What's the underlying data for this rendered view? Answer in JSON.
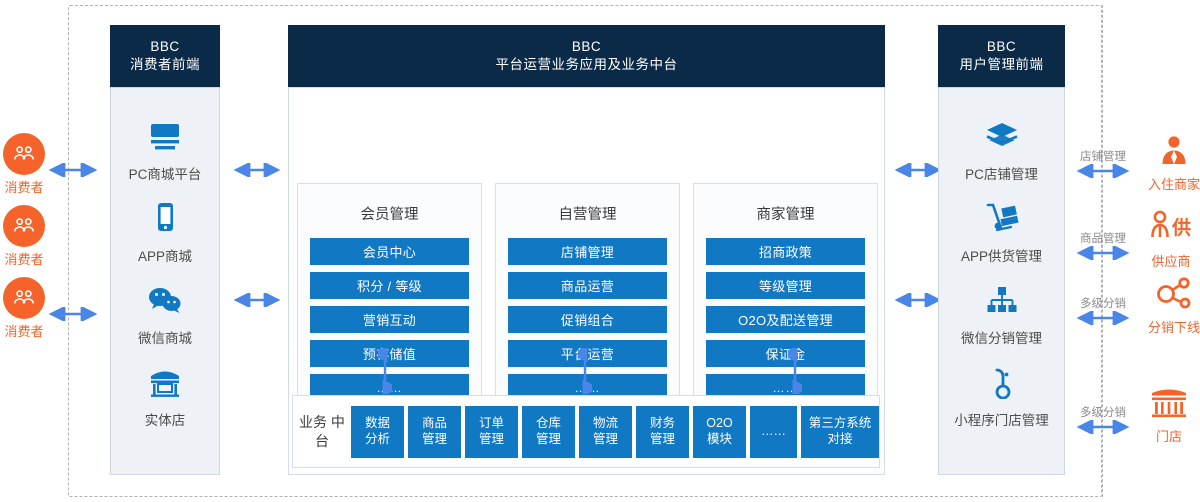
{
  "left_column": {
    "header": {
      "title": "BBC",
      "subtitle": "消费者前端"
    },
    "items": [
      {
        "label": "PC商城平台",
        "icon": "monitor-icon"
      },
      {
        "label": "APP商城",
        "icon": "mobile-phone-icon"
      },
      {
        "label": "微信商城",
        "icon": "wechat-icon"
      },
      {
        "label": "实体店",
        "icon": "storefront-icon"
      }
    ]
  },
  "center_column": {
    "header": {
      "title": "BBC",
      "subtitle": "平台运营业务应用及业务中台"
    },
    "panels": [
      {
        "title": "会员管理",
        "items": [
          "会员中心",
          "积分 / 等级",
          "营销互动",
          "预存储值",
          "……"
        ]
      },
      {
        "title": "自营管理",
        "items": [
          "店铺管理",
          "商品运营",
          "促销组合",
          "平台运营",
          "……"
        ]
      },
      {
        "title": "商家管理",
        "items": [
          "招商政策",
          "等级管理",
          "O2O及配送管理",
          "保证金",
          "……"
        ]
      }
    ],
    "middle_platform": {
      "label": "业务\n中台",
      "cells": [
        "数据\n分析",
        "商品\n管理",
        "订单\n管理",
        "仓库\n管理",
        "物流\n管理",
        "财务\n管理",
        "O2O\n模块",
        "……",
        "第三方系统\n对接"
      ]
    }
  },
  "right_column": {
    "header": {
      "title": "BBC",
      "subtitle": "用户管理前端"
    },
    "items": [
      {
        "label": "PC店铺管理",
        "icon": "layers-icon"
      },
      {
        "label": "APP供货管理",
        "icon": "hand-truck-icon"
      },
      {
        "label": "微信分销管理",
        "icon": "org-tree-icon"
      },
      {
        "label": "小程序门店管理",
        "icon": "mini-program-icon"
      }
    ]
  },
  "left_actors": [
    {
      "label": "消费者",
      "icon": "consumer-group-icon"
    },
    {
      "label": "消费者",
      "icon": "consumer-group-icon"
    },
    {
      "label": "消费者",
      "icon": "consumer-group-icon"
    }
  ],
  "right_actors": [
    {
      "label": "入住商家",
      "icon": "merchant-person-icon",
      "relation": "店铺管理"
    },
    {
      "label": "供应商",
      "icon": "supplier-icon",
      "relation": "商品管理"
    },
    {
      "label": "分销下线",
      "icon": "share-network-icon",
      "relation": "多级分销"
    },
    {
      "label": "门店",
      "icon": "shop-building-icon",
      "relation": "多级分销"
    }
  ],
  "colors": {
    "header_navy": "#0b2a47",
    "module_blue": "#1179c4",
    "actor_orange": "#f4632a",
    "arrow_blue": "#4a86e8",
    "panel_bg": "#eef2f6",
    "dashed_gray": "#b3b0b8"
  }
}
